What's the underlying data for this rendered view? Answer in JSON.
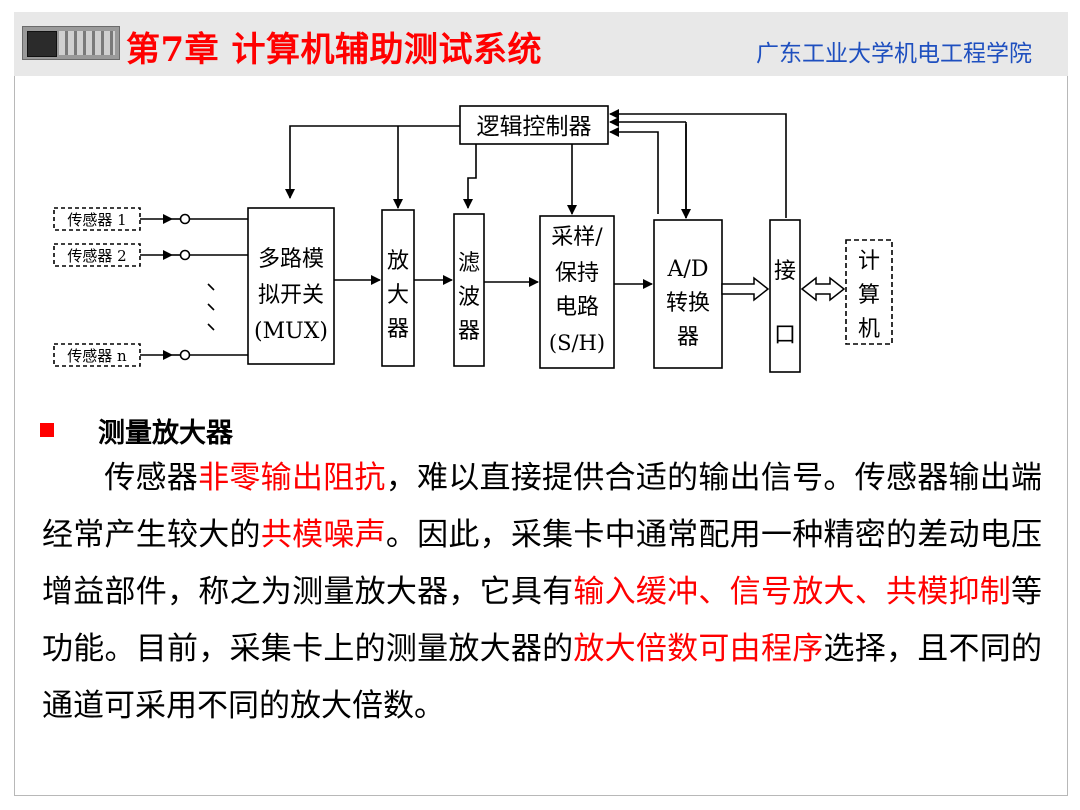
{
  "header": {
    "title": "第7章 计算机辅助测试系统",
    "institution": "广东工业大学机电工程学院"
  },
  "diagram": {
    "controller": "逻辑控制器",
    "sensors": [
      "传感器 1",
      "传感器 2",
      "传感器 n"
    ],
    "mux": [
      "多路模",
      "拟开关",
      "(MUX)"
    ],
    "amplifier": [
      "放",
      "大",
      "器"
    ],
    "filter": [
      "滤",
      "波",
      "器"
    ],
    "sample_hold": [
      "采样/",
      "保持",
      "电路",
      "(S/H)"
    ],
    "adc": [
      "A/D",
      "转换",
      "器"
    ],
    "interface": [
      "接",
      "口"
    ],
    "computer": [
      "计",
      "算",
      "机"
    ]
  },
  "section": {
    "heading": "测量放大器",
    "paragraph": [
      {
        "text": "传感器",
        "red": false
      },
      {
        "text": "非零输出阻抗",
        "red": true
      },
      {
        "text": "，难以直接提供合适的输出信号。传感器输出端经常产生较大的",
        "red": false
      },
      {
        "text": "共模噪声",
        "red": true
      },
      {
        "text": "。因此，采集卡中通常配用一种精密的差动电压增益部件，称之为测量放大器，它具有",
        "red": false
      },
      {
        "text": "输入缓冲、信号放大、共模抑制",
        "red": true
      },
      {
        "text": "等功能。目前，采集卡上的测量放大器的",
        "red": false
      },
      {
        "text": "放大倍数可由程序",
        "red": true
      },
      {
        "text": "选择，且不同的通道可采用不同的放大倍数。",
        "red": false
      }
    ]
  }
}
